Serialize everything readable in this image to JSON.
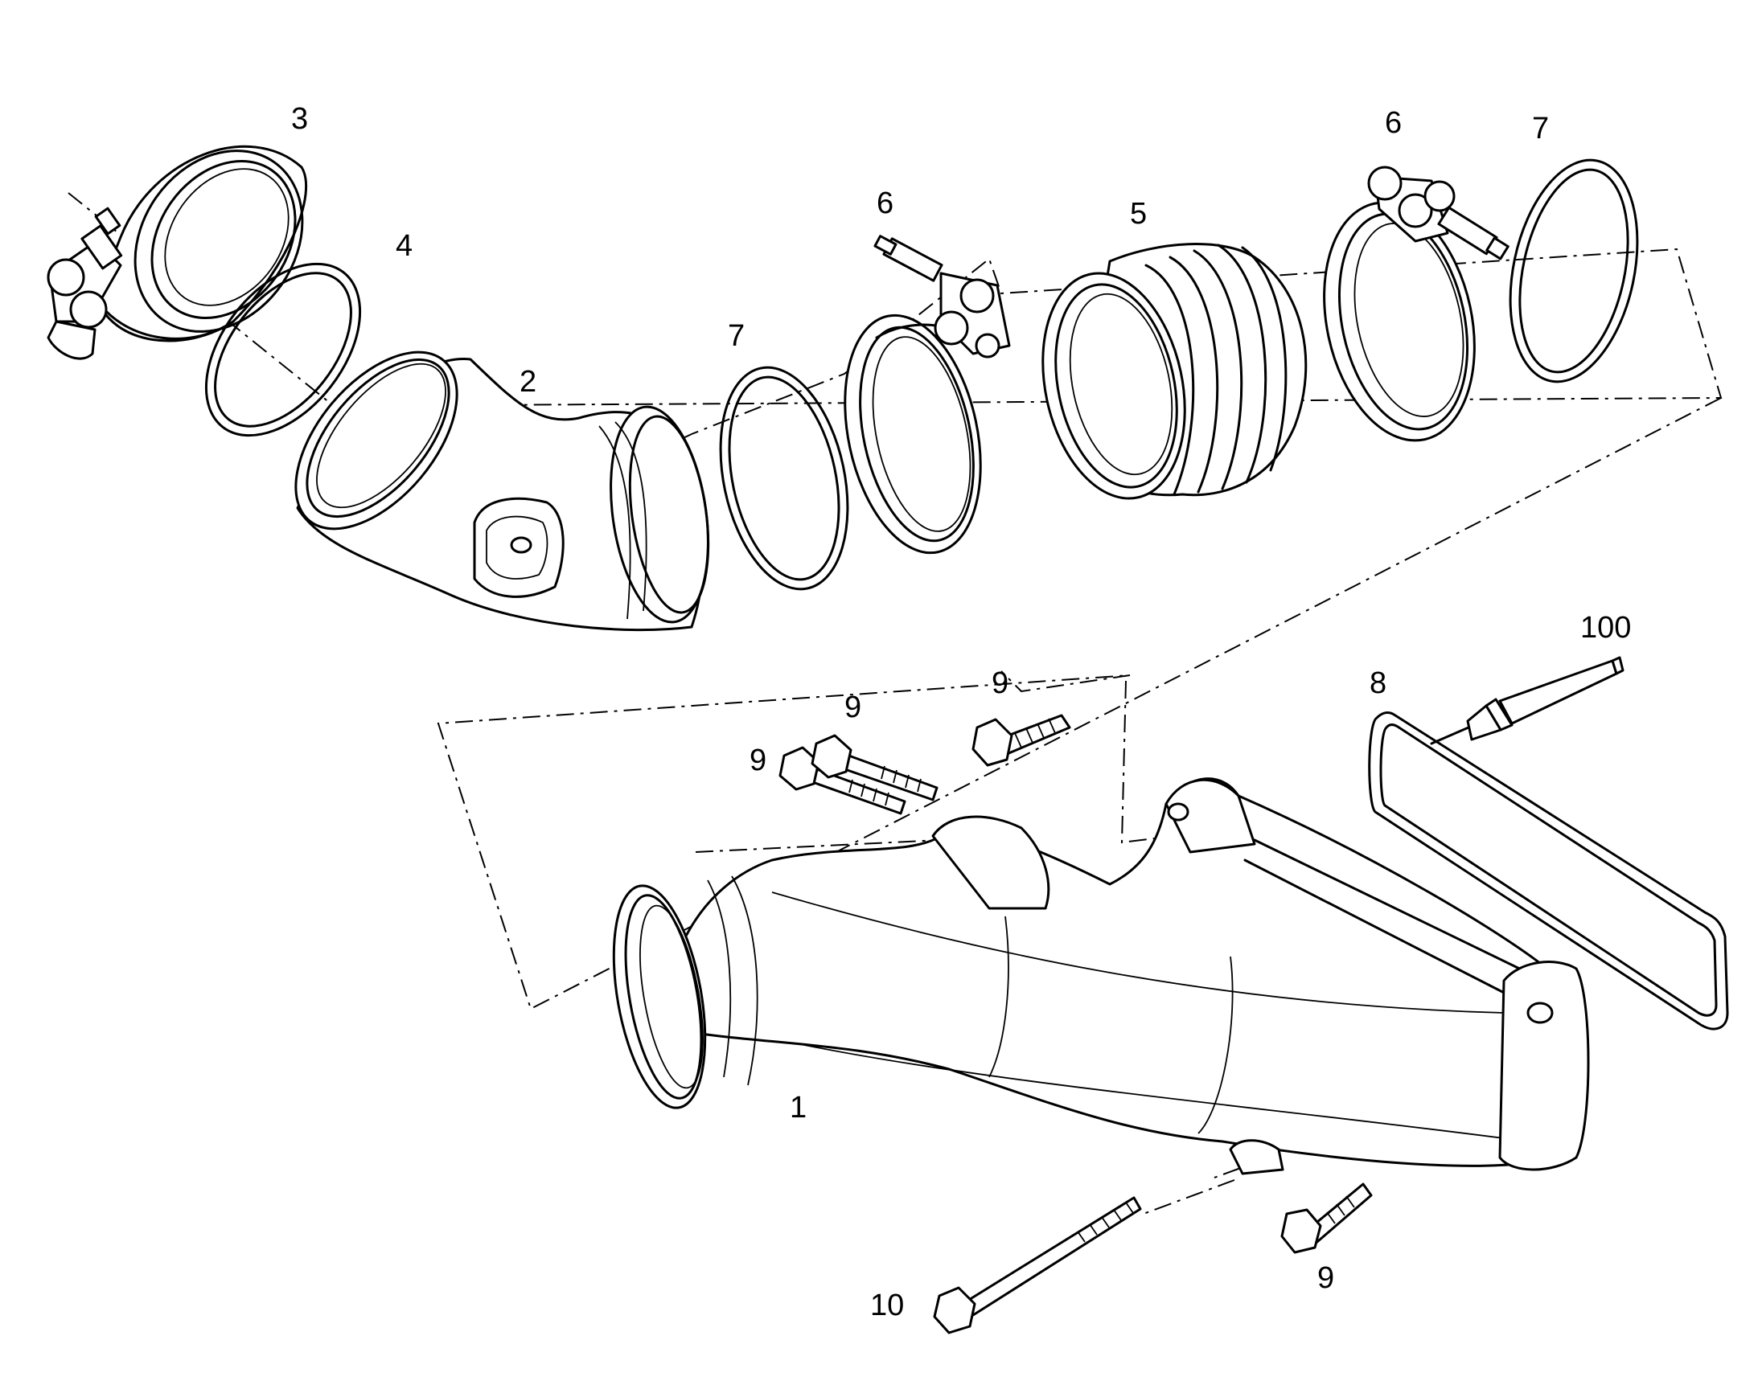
{
  "callouts": {
    "c1": "1",
    "c2": "2",
    "c3": "3",
    "c4": "4",
    "c5": "5",
    "c6a": "6",
    "c6b": "6",
    "c7a": "7",
    "c7b": "7",
    "c8": "8",
    "c9a": "9",
    "c9b": "9",
    "c9c": "9",
    "c9d": "9",
    "c10": "10",
    "c100": "100"
  }
}
